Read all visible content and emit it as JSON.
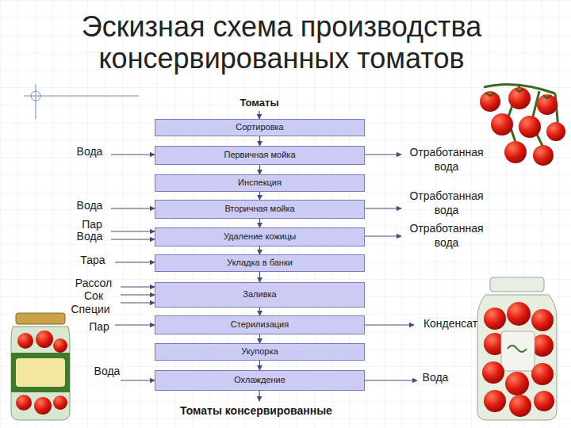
{
  "diagram": {
    "title": "Эскизная схема производства консервированных томатов",
    "nodes": [
      {
        "text": [
          "Сортировка"
        ]
      },
      {
        "text": [
          "Первичная мойка"
        ]
      },
      {
        "text": [
          "Инспекция"
        ]
      },
      {
        "text": [
          "Вторичная мойка"
        ]
      },
      {
        "text": [
          "Удаление кожицы"
        ]
      },
      {
        "text": [
          "Укладка в банки"
        ]
      },
      {
        "text": [
          "Заливка"
        ]
      },
      {
        "text": [
          "Стерилизация"
        ]
      },
      {
        "text": [
          "Укупорка"
        ]
      },
      {
        "text": [
          "Охлаждение"
        ]
      }
    ],
    "edges": [
      {
        "from": 0,
        "to": 1,
        "arrow": "to"
      },
      {
        "from": 1,
        "to": 2,
        "arrow": "to"
      },
      {
        "from": 2,
        "to": 3,
        "arrow": "to"
      },
      {
        "from": 3,
        "to": 4,
        "arrow": "to"
      },
      {
        "from": 4,
        "to": 5,
        "arrow": "to"
      },
      {
        "from": 5,
        "to": 6,
        "arrow": "to"
      },
      {
        "from": 6,
        "to": 7,
        "arrow": "to"
      },
      {
        "from": 7,
        "to": 8,
        "arrow": "to"
      },
      {
        "from": 8,
        "to": 9,
        "arrow": "to"
      }
    ],
    "labels": [
      "Томаты",
      "Вода",
      "Вода",
      "Пар",
      "Вода",
      "Тара",
      "Рассол",
      "Сок",
      "Специи",
      "Пар",
      "Вода",
      "Отработанная вода",
      "Отработанная вода",
      "Отработанная вода",
      "Конденсат",
      "Вода",
      "Томаты консервированные"
    ]
  }
}
